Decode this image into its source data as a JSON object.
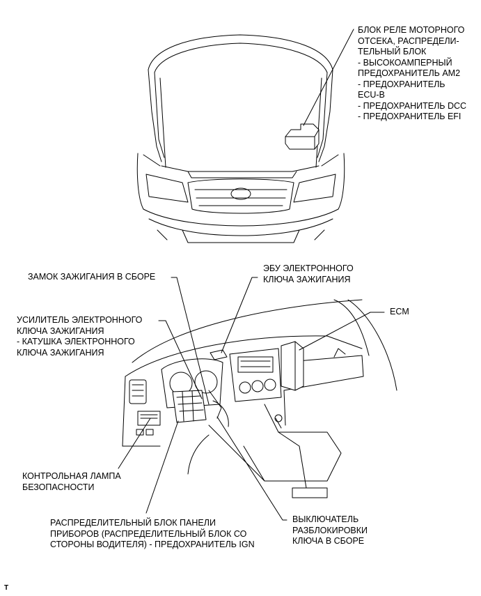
{
  "labels": {
    "engine_relay_block": [
      "БЛОК РЕЛЕ МОТОРНОГО",
      "ОТСЕКА, РАСПРЕДЕЛИ-",
      "ТЕЛЬНЫЙ БЛОК",
      "- ВЫСОКОАМПЕРНЫЙ",
      "ПРЕДОХРАНИТЕЛЬ AM2",
      "- ПРЕДОХРАНИТЕЛЬ",
      "ECU-B",
      "- ПРЕДОХРАНИТЕЛЬ DCC",
      "- ПРЕДОХРАНИТЕЛЬ EFI"
    ],
    "ignition_lock": [
      "ЗАМОК ЗАЖИГАНИЯ В СБОРЕ"
    ],
    "key_ecu": [
      "ЭБУ ЭЛЕКТРОННОГО",
      "КЛЮЧА ЗАЖИГАНИЯ"
    ],
    "key_amplifier": [
      "УСИЛИТЕЛЬ ЭЛЕКТРОННОГО",
      "КЛЮЧА ЗАЖИГАНИЯ",
      "- КАТУШКА ЭЛЕКТРОННОГО",
      "КЛЮЧА ЗАЖИГАНИЯ"
    ],
    "ecm": [
      "ECM"
    ],
    "security_lamp": [
      "КОНТРОЛЬНАЯ ЛАМПА",
      "БЕЗОПАСНОСТИ"
    ],
    "instrument_panel_jb": [
      "РАСПРЕДЕЛИТЕЛЬНЫЙ БЛОК ПАНЕЛИ",
      "ПРИБОРОВ (РАСПРЕДЕЛИТЕЛЬНЫЙ БЛОК СО",
      "СТОРОНЫ ВОДИТЕЛЯ) - ПРЕДОХРАНИТЕЛЬ IGN"
    ],
    "unlock_switch": [
      "ВЫКЛЮЧАТЕЛЬ",
      "РАЗБЛОКИРОВКИ",
      "КЛЮЧА В СБОРЕ"
    ]
  },
  "footer_mark": "T"
}
